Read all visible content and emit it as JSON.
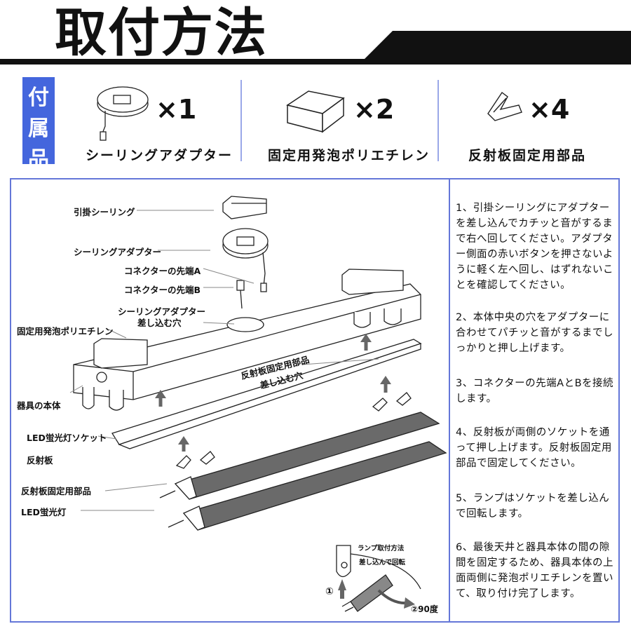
{
  "header": {
    "title": "取付方法"
  },
  "accessories": {
    "tag": [
      "付",
      "属",
      "品"
    ],
    "items": [
      {
        "qty": "×1",
        "label": "シーリングアダプター",
        "icon": "ceiling-adapter-icon"
      },
      {
        "qty": "×2",
        "label": "固定用発泡ポリエチレン",
        "icon": "foam-block-icon"
      },
      {
        "qty": "×4",
        "label": "反射板固定用部品",
        "icon": "reflector-clip-icon"
      }
    ]
  },
  "diagram": {
    "labels": {
      "hook_ceiling": "引掛シーリング",
      "ceiling_adapter": "シーリングアダプター",
      "connector_a": "コネクターの先端A",
      "connector_b": "コネクターの先端B",
      "adapter_hole_1": "シーリングアダプター",
      "adapter_hole_2": "差し込む穴",
      "foam": "固定用発泡ポリエチレン",
      "reflector_hole_1": "反射板固定用部品",
      "reflector_hole_2": "差し込む穴",
      "body": "器具の本体",
      "socket": "LED蛍光灯ソケット",
      "reflector": "反射板",
      "reflector_clip": "反射板固定用部品",
      "led_tube": "LED蛍光灯"
    },
    "lamp_inset": {
      "title": "ランプ取付方法",
      "subtitle": "差し込んで回転",
      "step1": "①",
      "step2": "②90度"
    }
  },
  "steps": [
    "1、引掛シーリングにアダプターを差し込んでカチッと音がするまで右へ回してください。アダプター側面の赤いボタンを押さないように軽く左へ回し、はずれないことを確認してください。",
    "2、本体中央の穴をアダプターに合わせてパチッと音がするまでしっかりと押し上げます。",
    "3、コネクターの先端AとBを接続します。",
    "4、反射板が両側のソケットを通って押し上げます。反射板固定用部品で固定してください。",
    "5、ランプはソケットを差し込んで回転します。",
    "6、最後天井と器具本体の間の隙間を固定するため、器具本体の上面両側に発泡ポリエチレンを置いて、取り付け完了します。"
  ]
}
